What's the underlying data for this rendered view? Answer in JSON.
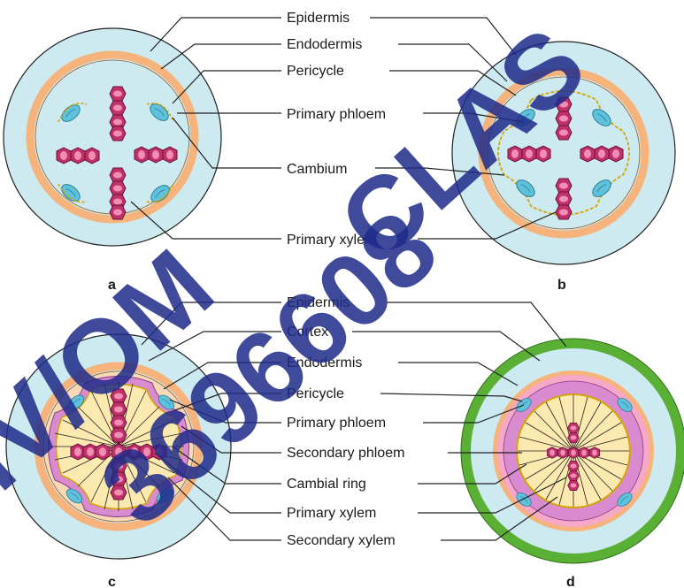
{
  "top_labels": {
    "epidermis": "Epidermis",
    "endodermis": "Endodermis",
    "pericycle": "Pericycle",
    "primary_phloem": "Primary phloem",
    "cambium": "Cambium",
    "primary_xylem": "Primary xylem"
  },
  "bottom_labels": {
    "epidermis": "Epidermis",
    "cortex": "Cortex",
    "endodermis": "Endodermis",
    "pericycle": "Pericycle",
    "primary_phloem": "Primary phloem",
    "secondary_phloem": "Secondary phloem",
    "cambial_ring": "Cambial ring",
    "primary_xylem": "Primary xylem",
    "secondary_xylem": "Secondary xylem"
  },
  "panels": {
    "a": "a",
    "b": "b",
    "c": "c",
    "d": "d"
  },
  "watermark": {
    "line1": "CLAS",
    "line2": "3696608",
    "line3": "IV/OM"
  },
  "colors": {
    "cortex": "#cdeaf0",
    "endodermis": "#f6b37b",
    "pericycle": "#f7d9b8",
    "xylem": "#c0306a",
    "phloem": "#5fc2dd",
    "secondary_xylem": "#fbe9b0",
    "secondary_phloem": "#d98bd0",
    "periderm": "#5ab035",
    "watermark": "#1f2a8a"
  }
}
